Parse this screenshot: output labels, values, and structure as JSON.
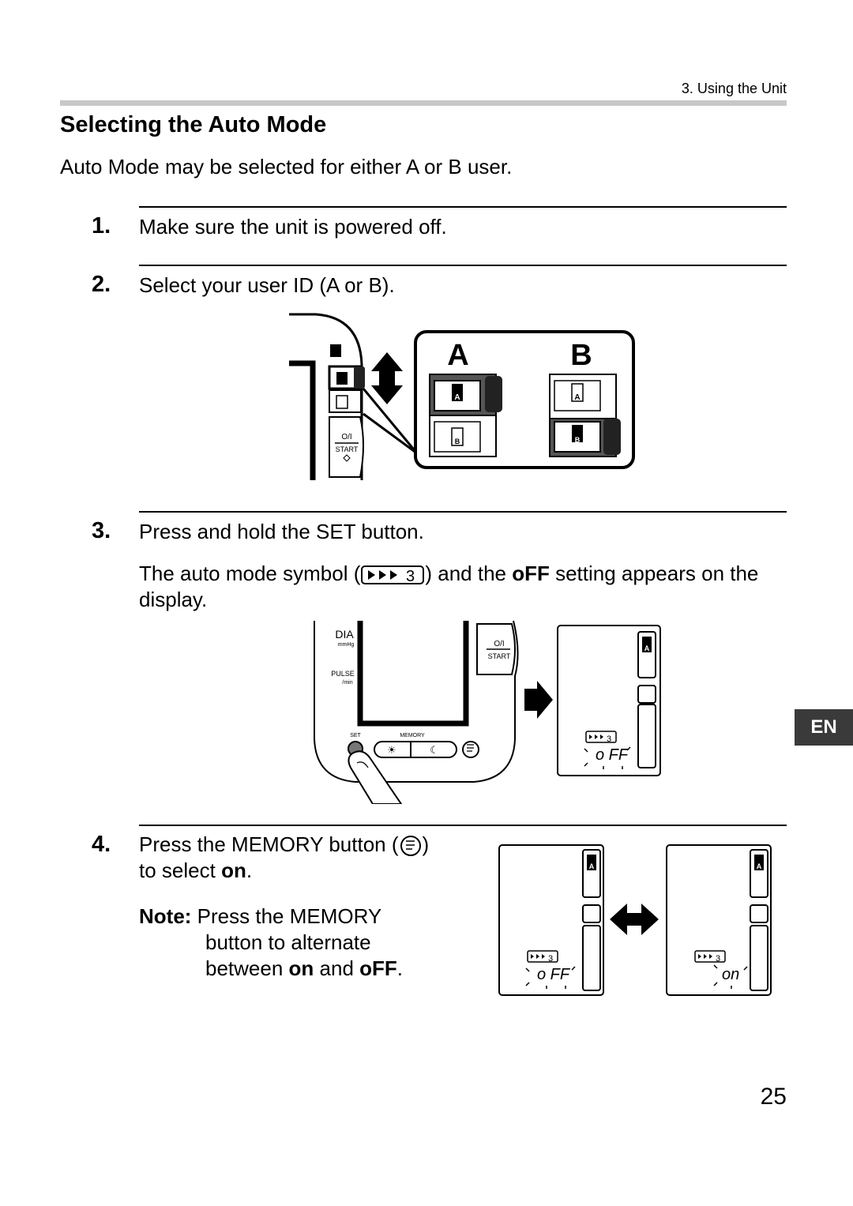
{
  "header": {
    "section": "3. Using the Unit"
  },
  "title": "Selecting the Auto Mode",
  "intro": "Auto Mode may be selected for either A or B user.",
  "steps": [
    {
      "number": "1.",
      "text": "Make sure the unit is powered off."
    },
    {
      "number": "2.",
      "text": "Select your user ID (A or B)."
    },
    {
      "number": "3.",
      "text": "Press and hold the SET button.",
      "detail_a": "The auto mode symbol (",
      "detail_b": ") and the ",
      "detail_bold": "oFF",
      "detail_c": " setting appears on the display."
    },
    {
      "number": "4.",
      "text_a": "Press the MEMORY button (",
      "text_b": ")",
      "text_c": "to select ",
      "text_bold": "on",
      "text_d": "."
    }
  ],
  "note": {
    "label": "Note:",
    "line1": "Press the MEMORY",
    "line2": "button to alternate",
    "line3_a": "between ",
    "line3_on": "on",
    "line3_b": " and ",
    "line3_off": "oFF",
    "line3_c": "."
  },
  "figure_user": {
    "big_a": "A",
    "big_b": "B",
    "slot_a": "A",
    "slot_b": "B",
    "power": "O/I",
    "start": "START"
  },
  "figure_set": {
    "dia": "DIA",
    "mmhg": "mmHg",
    "pulse": "PULSE",
    "per_min": "/min",
    "set": "SET",
    "memory": "MEMORY",
    "power": "O/I",
    "start": "START",
    "user_badge": "A",
    "auto_symbol": "3",
    "lcd_off": "o FF"
  },
  "figure_toggle": {
    "user_badge": "A",
    "auto_symbol": "3",
    "lcd_off": "o FF",
    "lcd_on": "on"
  },
  "side_tab": "EN",
  "page_number": "25"
}
